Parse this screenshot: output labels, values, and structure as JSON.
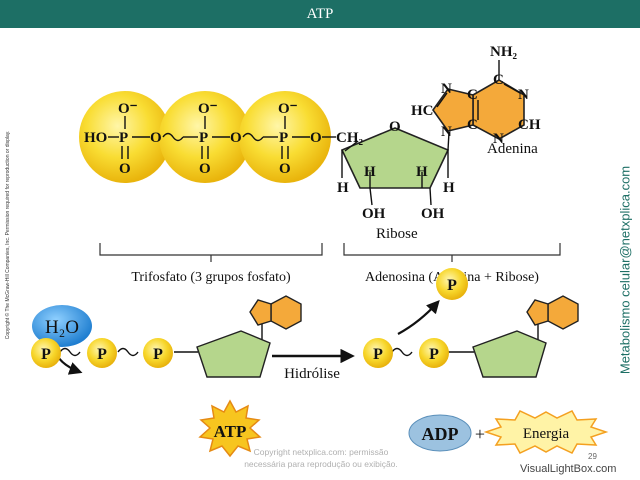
{
  "header": {
    "title": "ATP"
  },
  "atoms": {
    "ho": "HO",
    "p": "P",
    "o": "O",
    "o_minus": "O⁻",
    "ch2": "CH₂",
    "h": "H",
    "oh": "OH",
    "n": "N",
    "c": "C",
    "hc": "HC",
    "ch": "CH",
    "nh2": "NH₂"
  },
  "labels": {
    "adenina": "Adenina",
    "ribose": "Ribose",
    "trifosfato": "Trifosfato (3 grupos fosfato)",
    "adenosina": "Adenosina (Adenina + Ribose)"
  },
  "reaction": {
    "water": "H₂O",
    "phosphate": "P",
    "atp": "ATP",
    "hydrolysis": "Hidrólise",
    "adp": "ADP",
    "plus": "+",
    "energy": "Energia"
  },
  "credits": {
    "left_vertical": "Copyright © The McGraw-Hill Companies, Inc. Permission required for reproduction or display.",
    "right_vertical": "Metabolismo celular@netxplica.com",
    "watermark_line1": "Copyright netxplica.com: permissão",
    "watermark_line2": "necessária para reprodução ou exibição.",
    "page_number": "29",
    "site": "VisualLightBox.com"
  },
  "colors": {
    "header_bg": "#1d6f65",
    "phosphate_yellow": "#f7d727",
    "ribose_green": "#b5d68c",
    "adenine_orange": "#f4a93a",
    "adp_blue": "#9cc2e0",
    "water_blue": "#2f8fdc"
  }
}
